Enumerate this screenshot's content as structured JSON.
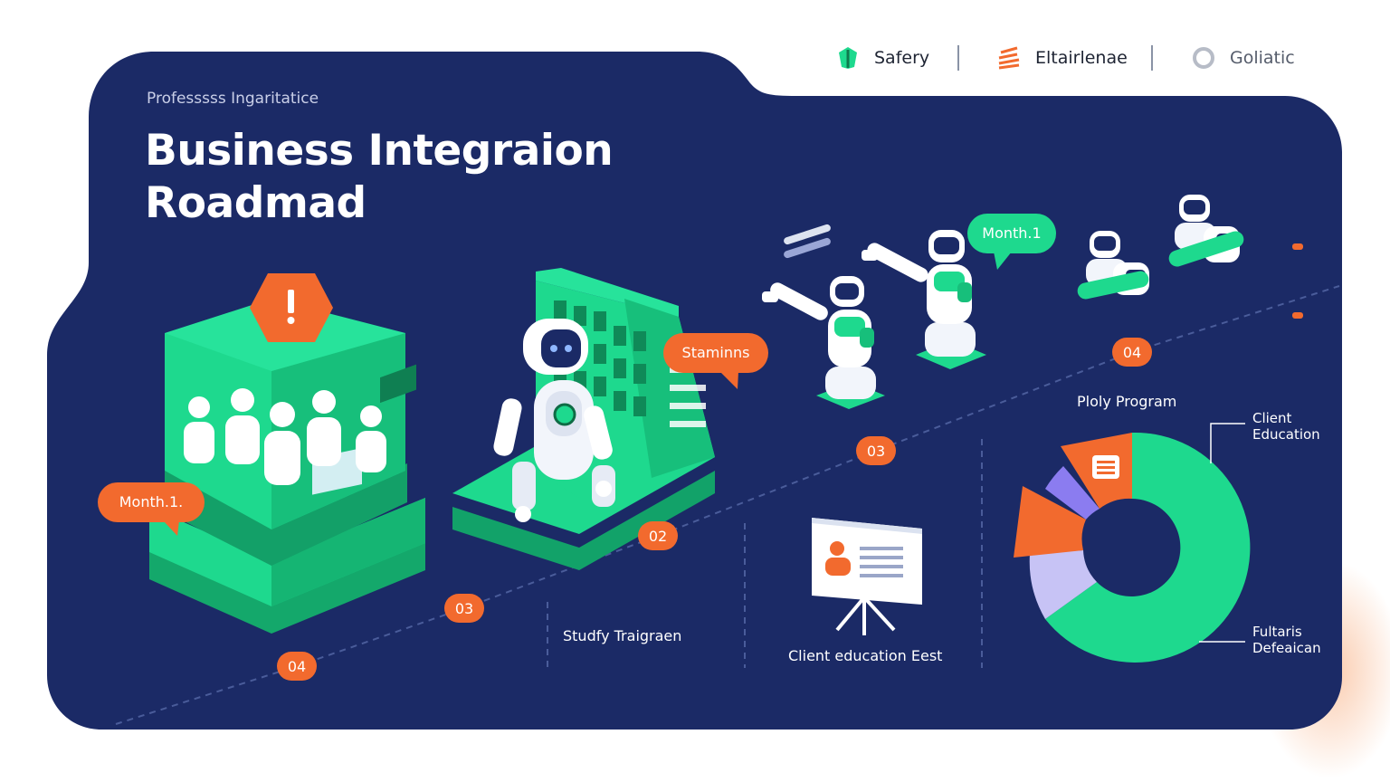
{
  "nav": [
    {
      "label": "Safery",
      "icon": "shield-leaf-icon"
    },
    {
      "label": "Eltairlenae",
      "icon": "stacked-layers-icon"
    },
    {
      "label": "Goliatic",
      "icon": "ring-icon"
    }
  ],
  "header": {
    "eyebrow": "Professsss Ingaritatice",
    "title_line1": "Business Integraion",
    "title_line2": "Roadmad"
  },
  "callouts": {
    "left_month": "Month.1.",
    "stamina": "Staminns",
    "top_month": "Month.1"
  },
  "timeline": {
    "badges": [
      "04",
      "03",
      "02",
      "03",
      "04"
    ]
  },
  "labels": {
    "study_training": "Studfy Traigraen",
    "client_education": "Client education Eest",
    "pilot_program": "Ploly Program"
  },
  "donut": {
    "label_top_line1": "Client",
    "label_top_line2": "Education",
    "label_bottom_line1": "Fultaris",
    "label_bottom_line2": "Defeaican"
  },
  "colors": {
    "navy": "#1b2a66",
    "green": "#1ed98e",
    "orange": "#f26a2e",
    "purple": "#8b7cf0",
    "lavender": "#c7c3f5"
  }
}
